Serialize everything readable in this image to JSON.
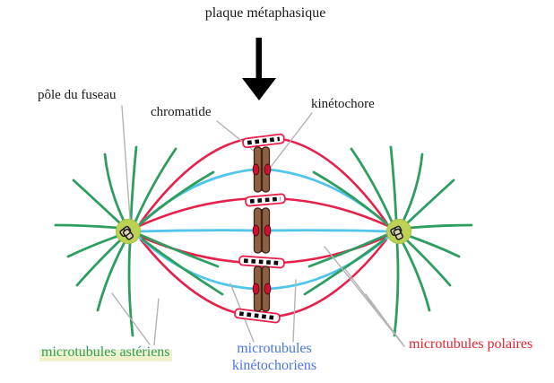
{
  "title": "plaque métaphasique",
  "labels": {
    "pole": "pôle du fuseau",
    "chromatide": "chromatide",
    "kinetochore": "kinétochore",
    "aster": "microtubules astériens",
    "kinetochoriens": "microtubules kinétochoriens",
    "polaires": "microtubules polaires"
  },
  "colors": {
    "green_line": "#2d9e60",
    "red_line": "#e6214a",
    "blue_line": "#52c5ec",
    "gray_leader": "#b3b3b3",
    "pole_fill": "#bdd154",
    "pole_stroke": "#a9bf3f",
    "centriole_fill": "#ded6b2",
    "chromatid_fill": "#8e5f43",
    "chromatid_stroke": "#3a2617",
    "kinetochore_fill": "#cf1130",
    "text_green": "#2d9e60",
    "text_blue": "#4a74e8",
    "text_red": "#e8232e",
    "text_black": "#1a1a1a",
    "highlight": "#f0f2cc",
    "arrow": "#000000"
  }
}
